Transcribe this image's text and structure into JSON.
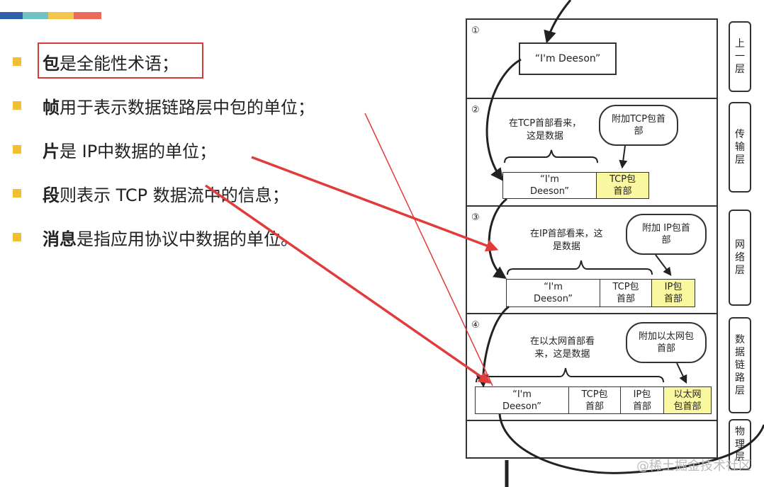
{
  "bullets": [
    {
      "term": "包",
      "text": "是全能性术语；"
    },
    {
      "term": "帧",
      "text": "用于表示数据链路层中包的单位；"
    },
    {
      "term": "片",
      "text": "是 IP中数据的单位；"
    },
    {
      "term": "段",
      "text": "则表示 TCP 数据流中的信息；"
    },
    {
      "term": "消息",
      "text": "是指应用协议中数据的单位。"
    }
  ],
  "diagram": {
    "message": "“I'm Deeson”",
    "sections": [
      {
        "num": "①"
      },
      {
        "num": "②",
        "note": [
          "在TCP首部看来，",
          "这是数据"
        ],
        "bubble": [
          "附加TCP包首",
          "部"
        ],
        "cells": [
          [
            "“I'm",
            "Deeson”"
          ],
          [
            "TCP包",
            "首部"
          ]
        ]
      },
      {
        "num": "③",
        "note": [
          "在IP首部看来，这",
          "是数据"
        ],
        "bubble": [
          "附加 IP包首",
          "部"
        ],
        "cells": [
          [
            "“I'm",
            "Deeson”"
          ],
          [
            "TCP包",
            "首部"
          ],
          [
            "IP包",
            "首部"
          ]
        ]
      },
      {
        "num": "④",
        "note": [
          "在以太网首部看",
          "来，这是数据"
        ],
        "bubble": [
          "附加以太网包",
          "首部"
        ],
        "cells": [
          [
            "“I'm",
            "Deeson”"
          ],
          [
            "TCP包",
            "首部"
          ],
          [
            "IP包",
            "首部"
          ],
          [
            "以太网",
            "包首部"
          ]
        ]
      }
    ],
    "layers": [
      [
        "上",
        "一",
        "层"
      ],
      [
        "传",
        "输",
        "层"
      ],
      [
        "网",
        "络",
        "层"
      ],
      [
        "数",
        "据",
        "链",
        "路",
        "层"
      ],
      [
        "物",
        "理",
        "层"
      ]
    ]
  },
  "watermark": "@稀土掘金技术社区",
  "colors": {
    "highlight_border": "#d83a3a",
    "arrow": "#e23b3b",
    "bullet": "#f0c030",
    "cell_yellow": "#faf7a1"
  }
}
